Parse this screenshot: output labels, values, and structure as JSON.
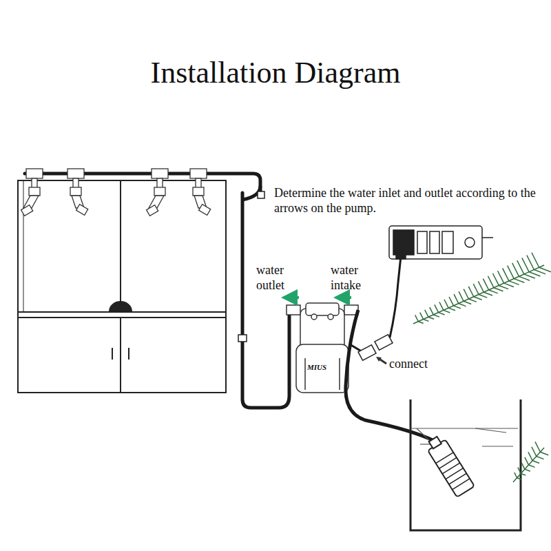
{
  "diagram": {
    "title": "Installation Diagram",
    "labels": [
      "Determine the water inlet and outlet according to the arrows on the pump.",
      "water outlet",
      "water intake",
      "connect",
      "MIUS"
    ]
  }
}
